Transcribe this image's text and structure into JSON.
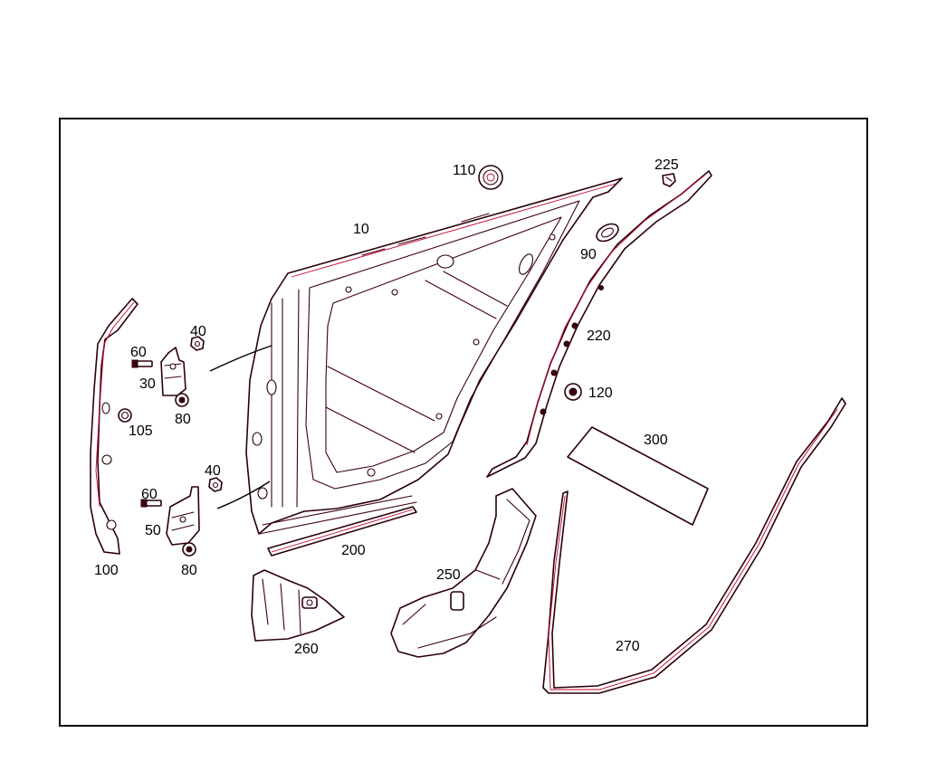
{
  "diagram": {
    "frame_color": "#000000",
    "line_color": "#2a0008",
    "accent_color": "#c4002a",
    "callouts": {
      "p10": "10",
      "p110": "110",
      "p225": "225",
      "p90": "90",
      "p220": "220",
      "p120": "120",
      "p300": "300",
      "p40a": "40",
      "p60a": "60",
      "p30": "30",
      "p80a": "80",
      "p105": "105",
      "p40b": "40",
      "p60b": "60",
      "p50": "50",
      "p80b": "80",
      "p100": "100",
      "p200": "200",
      "p250": "250",
      "p260": "260",
      "p270": "270"
    }
  }
}
